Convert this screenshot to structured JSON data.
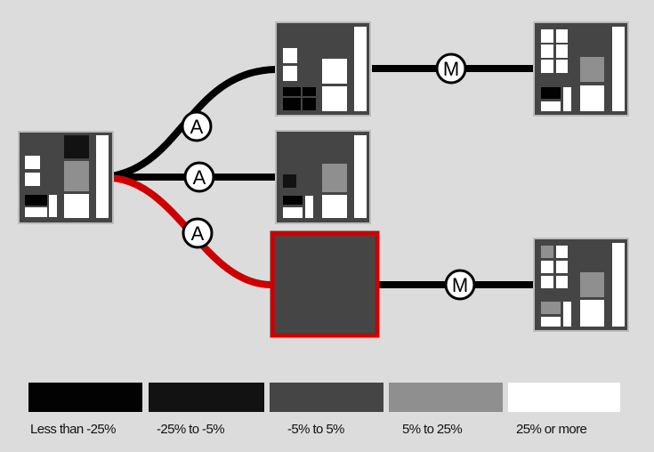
{
  "edge_labels": {
    "a1": "A",
    "a2": "A",
    "a3": "A",
    "m1": "M",
    "m2": "M"
  },
  "legend": [
    {
      "label": "Less than -25%",
      "color": "#020202"
    },
    {
      "label": "-25% to -5%",
      "color": "#121212"
    },
    {
      "label": "-5% to 5%",
      "color": "#454545"
    },
    {
      "label": "5% to 25%",
      "color": "#8f8f8f"
    },
    {
      "label": "25% or more",
      "color": "#ffffff"
    }
  ],
  "colors": {
    "background": "#dcdcdc",
    "node_fill": "#454545",
    "highlight": "#cc0000",
    "edge": "#000000"
  }
}
